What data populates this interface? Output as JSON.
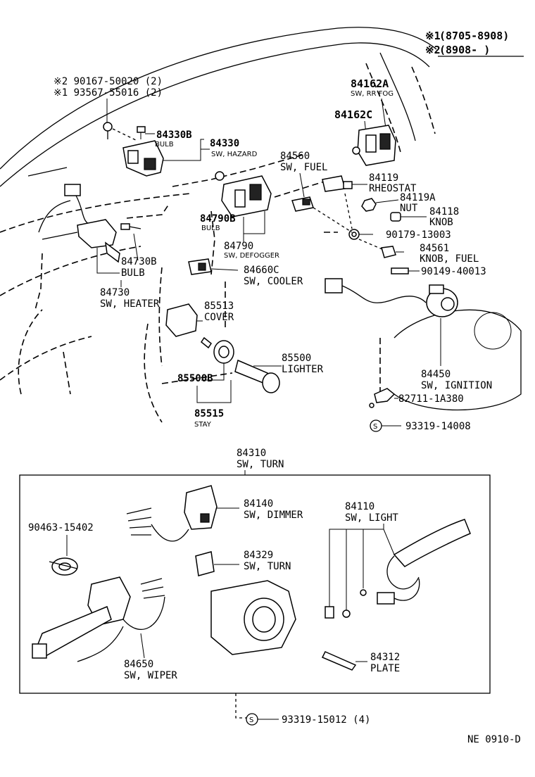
{
  "header": {
    "code1_mark": "※1",
    "code1_range": "(8705-8908)",
    "code2_mark": "※2",
    "code2_range": "(8908-     )"
  },
  "footer": {
    "diagram_code": "NE 0910-D"
  },
  "parts": {
    "bolt_1_line": "※2 90167-50020 (2)",
    "bolt_2_line": "※1 93567-55016 (2)",
    "p84162A_num": "84162A",
    "p84162A_name": "SW, RR FOG",
    "p84162C_num": "84162C",
    "p84330B_num": "84330B",
    "p84330B_name": "BULB",
    "p84330_num": "84330",
    "p84330_name": "SW, HAZARD",
    "p84560_num": "84560",
    "p84560_name": "SW, FUEL",
    "p84119_num": "84119",
    "p84119_name": "RHEOSTAT",
    "p84119A_num": "84119A",
    "p84119A_name": "NUT",
    "p84118_num": "84118",
    "p84118_name": "KNOB",
    "p90179_num": "90179-13003",
    "p84561_num": "84561",
    "p84561_name": "KNOB, FUEL",
    "p90149_num": "90149-40013",
    "p84790B_num": "84790B",
    "p84790B_name": "BULB",
    "p84790_num": "84790",
    "p84790_name": "SW, DEFOGGER",
    "p84730B_num": "84730B",
    "p84730B_name": "BULB",
    "p84730_num": "84730",
    "p84730_name": "SW, HEATER",
    "p84660C_num": "84660C",
    "p84660C_name": "SW, COOLER",
    "p85513_num": "85513",
    "p85513_name": "COVER",
    "p85500_num": "85500",
    "p85500_name": "LIGHTER",
    "p85500B_num": "85500B",
    "p85515_num": "85515",
    "p85515_name": "STAY",
    "p84450_num": "84450",
    "p84450_name": "SW, IGNITION",
    "p82711_num": "82711-1A380",
    "s_mark": "S",
    "p93319_14008_num": "93319-14008",
    "p84310_num": "84310",
    "p84310_name": "SW, TURN",
    "p84140_num": "84140",
    "p84140_name": "SW, DIMMER",
    "p90463_num": "90463-15402",
    "p84110_num": "84110",
    "p84110_name": "SW, LIGHT",
    "p84329_num": "84329",
    "p84329_name": "SW, TURN",
    "p84650_num": "84650",
    "p84650_name": "SW, WIPER",
    "p84312_num": "84312",
    "p84312_name": "PLATE",
    "p93319_15012_num": "93319-15012 (4)"
  }
}
